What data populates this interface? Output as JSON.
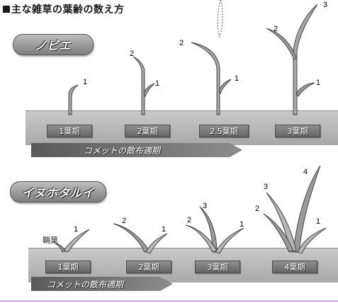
{
  "title": "主な雑草の葉齢の数え方",
  "sections": [
    {
      "plant_name": "ノビエ",
      "stages": [
        "1葉期",
        "2葉期",
        "2.5葉期",
        "3葉期"
      ],
      "arrow_label": "コメットの散布適期",
      "leaf_numbers": {
        "p1": [
          "1"
        ],
        "p2": [
          "2",
          "1"
        ],
        "p3": [
          "2",
          "1"
        ],
        "p4": [
          "3",
          "2",
          "1"
        ]
      }
    },
    {
      "plant_name": "イヌホタルイ",
      "stages": [
        "1葉期",
        "2葉期",
        "3葉期",
        "4葉期"
      ],
      "arrow_label": "コメットの散布適期",
      "sheath_label": "鞘葉",
      "leaf_numbers": {
        "p1": [
          "1"
        ],
        "p2": [
          "2",
          "1"
        ],
        "p3": [
          "3",
          "2",
          "1"
        ],
        "p4": [
          "4",
          "3",
          "2",
          "1"
        ]
      }
    }
  ],
  "colors": {
    "pill": "#9a9a9a",
    "ground": "#b8b8b8",
    "stage_box": "#777777",
    "arrow": "#707070",
    "footer_line": "#c9a6d9"
  }
}
